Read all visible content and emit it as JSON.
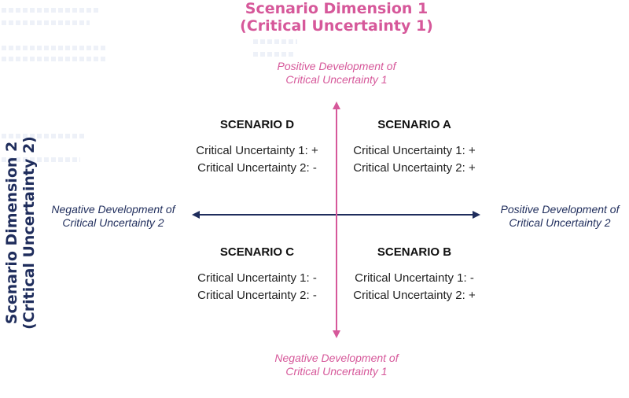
{
  "dimension_1": {
    "title_line1": "Scenario Dimension 1",
    "title_line2": "(Critical Uncertainty 1)",
    "positive_line1": "Positive Development of",
    "positive_line2": "Critical Uncertainty 1",
    "negative_line1": "Negative Development of",
    "negative_line2": "Critical Uncertainty 1"
  },
  "dimension_2": {
    "title_line1": "Scenario Dimension 2",
    "title_line2": "(Critical Uncertainty 2)",
    "positive_line1": "Positive Development of",
    "positive_line2": "Critical Uncertainty 2",
    "negative_line1": "Negative Development of",
    "negative_line2": "Critical Uncertainty 2"
  },
  "scenarios": {
    "a": {
      "title": "SCENARIO A",
      "cu1": "Critical Uncertainty 1: +",
      "cu2": "Critical Uncertainty 2: +"
    },
    "b": {
      "title": "SCENARIO B",
      "cu1": "Critical Uncertainty 1: -",
      "cu2": "Critical Uncertainty 2: +"
    },
    "c": {
      "title": "SCENARIO C",
      "cu1": "Critical Uncertainty 1: -",
      "cu2": "Critical Uncertainty 2: -"
    },
    "d": {
      "title": "SCENARIO D",
      "cu1": "Critical Uncertainty 1: +",
      "cu2": "Critical Uncertainty 2: -"
    }
  },
  "colors": {
    "vertical_axis": "#d6589a",
    "horizontal_axis": "#1f2d5c"
  }
}
